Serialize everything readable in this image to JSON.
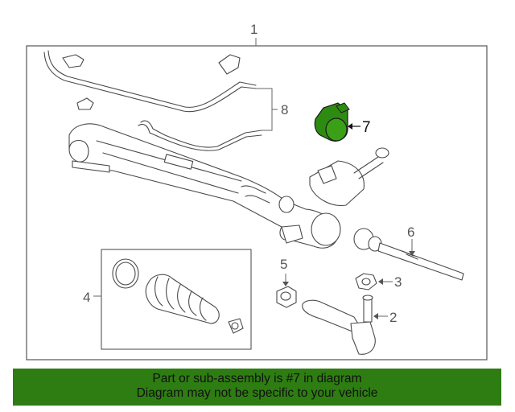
{
  "diagram": {
    "callouts": {
      "c1": "1",
      "c2": "2",
      "c3": "3",
      "c4": "4",
      "c5": "5",
      "c6": "6",
      "c7": "7",
      "c8": "8"
    },
    "highlight_part": "7",
    "highlight_color": "#2e8b12",
    "line_color": "#4a4a4a"
  },
  "footer": {
    "line1": "Part or sub-assembly is #7 in diagram",
    "line2": "Diagram may not be specific to your vehicle",
    "background": "#2e7d12"
  }
}
